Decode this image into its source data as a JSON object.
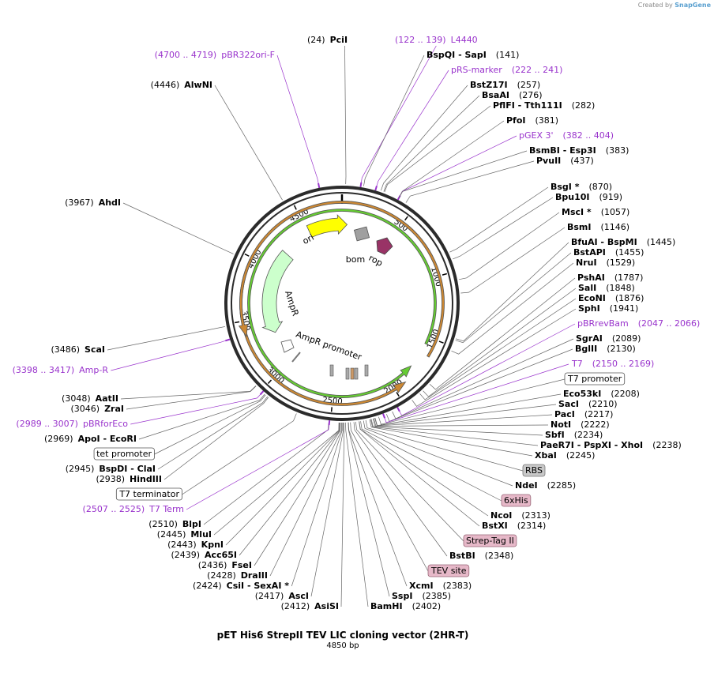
{
  "credit": {
    "prefix": "Created by",
    "brand": "SnapGene"
  },
  "title": "pET His6 StrepII TEV LIC cloning vector (2HR-T)",
  "subtitle": "4850 bp",
  "plasmid_length": 4850,
  "colors": {
    "backbone": "#2b2b2b",
    "leader": "#666666",
    "feature_text": "#9933cc",
    "feature_leader": "#9933cc",
    "ori": "#ffff00",
    "ampr": "#ccffcc",
    "bom": "#a0a0a0",
    "rop": "#993366",
    "lacI_green": "#66cc33",
    "orange_arc": "#cc8833",
    "box_pink": "#e6b8c8",
    "box_grey": "#c8c8c8"
  },
  "ticks": [
    "500",
    "1000",
    "1500",
    "2000",
    "2500",
    "3000",
    "3500",
    "4000",
    "4500"
  ],
  "inner_labels": {
    "ori": "ori",
    "bom": "bom",
    "rop": "rop",
    "ampr": "AmpR",
    "ampr_promoter": "AmpR promoter"
  },
  "labels": [
    {
      "pos": "(24)",
      "name": "PciI",
      "kind": "enzyme"
    },
    {
      "pos": "(122 .. 139)",
      "name": "L4440",
      "kind": "feature"
    },
    {
      "pos": "(141)",
      "name": "BspQI  -  SapI",
      "kind": "enzyme"
    },
    {
      "pos": "(222 .. 241)",
      "name": "pRS-marker",
      "kind": "feature"
    },
    {
      "pos": "(257)",
      "name": "BstZ17I",
      "kind": "enzyme"
    },
    {
      "pos": "(276)",
      "name": "BsaAI",
      "kind": "enzyme"
    },
    {
      "pos": "(282)",
      "name": "PflFI  -  Tth111I",
      "kind": "enzyme"
    },
    {
      "pos": "(381)",
      "name": "PfoI",
      "kind": "enzyme"
    },
    {
      "pos": "(382 .. 404)",
      "name": "pGEX 3'",
      "kind": "feature"
    },
    {
      "pos": "(383)",
      "name": "BsmBI  -  Esp3I",
      "kind": "enzyme"
    },
    {
      "pos": "(437)",
      "name": "PvuII",
      "kind": "enzyme"
    },
    {
      "pos": "(870)",
      "name": "BsgI *",
      "kind": "enzyme"
    },
    {
      "pos": "(919)",
      "name": "Bpu10I",
      "kind": "enzyme"
    },
    {
      "pos": "(1057)",
      "name": "MscI *",
      "kind": "enzyme"
    },
    {
      "pos": "(1146)",
      "name": "BsmI",
      "kind": "enzyme"
    },
    {
      "pos": "(1445)",
      "name": "BfuAI  -  BspMI",
      "kind": "enzyme"
    },
    {
      "pos": "(1455)",
      "name": "BstAPI",
      "kind": "enzyme"
    },
    {
      "pos": "(1529)",
      "name": "NruI",
      "kind": "enzyme"
    },
    {
      "pos": "(1787)",
      "name": "PshAI",
      "kind": "enzyme"
    },
    {
      "pos": "(1848)",
      "name": "SalI",
      "kind": "enzyme"
    },
    {
      "pos": "(1876)",
      "name": "EcoNI",
      "kind": "enzyme"
    },
    {
      "pos": "(1941)",
      "name": "SphI",
      "kind": "enzyme"
    },
    {
      "pos": "(2047 .. 2066)",
      "name": "pBRrevBam",
      "kind": "feature"
    },
    {
      "pos": "(2089)",
      "name": "SgrAI",
      "kind": "enzyme"
    },
    {
      "pos": "(2130)",
      "name": "BglII",
      "kind": "enzyme"
    },
    {
      "pos": "(2150 .. 2169)",
      "name": "T7",
      "kind": "feature"
    },
    {
      "pos": "",
      "name": "T7 promoter",
      "kind": "box"
    },
    {
      "pos": "(2208)",
      "name": "Eco53kI",
      "kind": "enzyme"
    },
    {
      "pos": "(2210)",
      "name": "SacI",
      "kind": "enzyme"
    },
    {
      "pos": "(2217)",
      "name": "PacI",
      "kind": "enzyme"
    },
    {
      "pos": "(2222)",
      "name": "NotI",
      "kind": "enzyme"
    },
    {
      "pos": "(2234)",
      "name": "SbfI",
      "kind": "enzyme"
    },
    {
      "pos": "(2238)",
      "name": "PaeR7I  -  PspXI  -  XhoI",
      "kind": "enzyme"
    },
    {
      "pos": "(2245)",
      "name": "XbaI",
      "kind": "enzyme"
    },
    {
      "pos": "",
      "name": "RBS",
      "kind": "box-grey"
    },
    {
      "pos": "(2285)",
      "name": "NdeI",
      "kind": "enzyme"
    },
    {
      "pos": "",
      "name": "6xHis",
      "kind": "box-pink"
    },
    {
      "pos": "(2313)",
      "name": "NcoI",
      "kind": "enzyme"
    },
    {
      "pos": "(2314)",
      "name": "BstXI",
      "kind": "enzyme"
    },
    {
      "pos": "",
      "name": "Strep-Tag II",
      "kind": "box-pink"
    },
    {
      "pos": "(2348)",
      "name": "BstBI",
      "kind": "enzyme"
    },
    {
      "pos": "",
      "name": "TEV site",
      "kind": "box-pink"
    },
    {
      "pos": "(2383)",
      "name": "XcmI",
      "kind": "enzyme"
    },
    {
      "pos": "(2385)",
      "name": "SspI",
      "kind": "enzyme"
    },
    {
      "pos": "(2402)",
      "name": "BamHI",
      "kind": "enzyme"
    },
    {
      "pos": "(2412)",
      "name": "AsiSI",
      "kind": "enzyme"
    },
    {
      "pos": "(2417)",
      "name": "AscI",
      "kind": "enzyme"
    },
    {
      "pos": "(2424)",
      "name": "CsiI  -  SexAI *",
      "kind": "enzyme"
    },
    {
      "pos": "(2428)",
      "name": "DraIII",
      "kind": "enzyme"
    },
    {
      "pos": "(2436)",
      "name": "FseI",
      "kind": "enzyme"
    },
    {
      "pos": "(2439)",
      "name": "Acc65I",
      "kind": "enzyme"
    },
    {
      "pos": "(2443)",
      "name": "KpnI",
      "kind": "enzyme"
    },
    {
      "pos": "(2445)",
      "name": "MluI",
      "kind": "enzyme"
    },
    {
      "pos": "(2510)",
      "name": "BlpI",
      "kind": "enzyme"
    },
    {
      "pos": "(2507 .. 2525)",
      "name": "T7 Term",
      "kind": "feature"
    },
    {
      "pos": "",
      "name": "T7 terminator",
      "kind": "box"
    },
    {
      "pos": "(2938)",
      "name": "HindIII",
      "kind": "enzyme"
    },
    {
      "pos": "(2945)",
      "name": "BspDI  -  ClaI",
      "kind": "enzyme"
    },
    {
      "pos": "",
      "name": "tet promoter",
      "kind": "box"
    },
    {
      "pos": "(2969)",
      "name": "ApoI  -  EcoRI",
      "kind": "enzyme"
    },
    {
      "pos": "(2989 .. 3007)",
      "name": "pBRforEco",
      "kind": "feature"
    },
    {
      "pos": "(3046)",
      "name": "ZraI",
      "kind": "enzyme"
    },
    {
      "pos": "(3048)",
      "name": "AatII",
      "kind": "enzyme"
    },
    {
      "pos": "(3398 .. 3417)",
      "name": "Amp-R",
      "kind": "feature"
    },
    {
      "pos": "(3486)",
      "name": "ScaI",
      "kind": "enzyme"
    },
    {
      "pos": "(3967)",
      "name": "AhdI",
      "kind": "enzyme"
    },
    {
      "pos": "(4446)",
      "name": "AlwNI",
      "kind": "enzyme"
    },
    {
      "pos": "(4700 .. 4719)",
      "name": "pBR322ori-F",
      "kind": "feature"
    }
  ]
}
